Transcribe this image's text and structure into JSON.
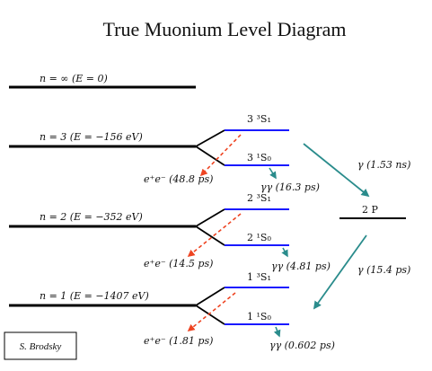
{
  "title": "True Muonium Level Diagram",
  "levels": {
    "inf": {
      "label": "n = ∞ (E = 0)"
    },
    "n3": {
      "label": "n = 3 (E = −156 eV)"
    },
    "n2": {
      "label": "n = 2 (E = −352 eV)"
    },
    "n1": {
      "label": "n = 1 (E = −1407 eV)"
    }
  },
  "states": {
    "n3_triplet": "3 ³S₁",
    "n3_singlet": "3 ¹S₀",
    "n2_triplet": "2 ³S₁",
    "n2_singlet": "2 ¹S₀",
    "n1_triplet": "1 ³S₁",
    "n1_singlet": "1 ¹S₀",
    "p2": "2 P"
  },
  "decays": {
    "n3_ee": "e⁺e⁻ (48.8 ps)",
    "n3_gg": "γγ (16.3 ps)",
    "n2_ee": "e⁺e⁻ (14.5 ps)",
    "n2_gg": "γγ (4.81 ps)",
    "n1_ee": "e⁺e⁻ (1.81 ps)",
    "n1_gg": "γγ (0.602 ps)",
    "rad_3s_2p": "γ (1.53 ns)",
    "rad_2p_1s": "γ (15.4 ps)"
  },
  "credit": "S. Brodsky",
  "colors": {
    "level_line": "#000000",
    "state_line": "#1a1aff",
    "ee_arrow": "#ee4422",
    "gg_arrow": "#2a8c8c",
    "radiative_arrow": "#2a8c8c"
  }
}
